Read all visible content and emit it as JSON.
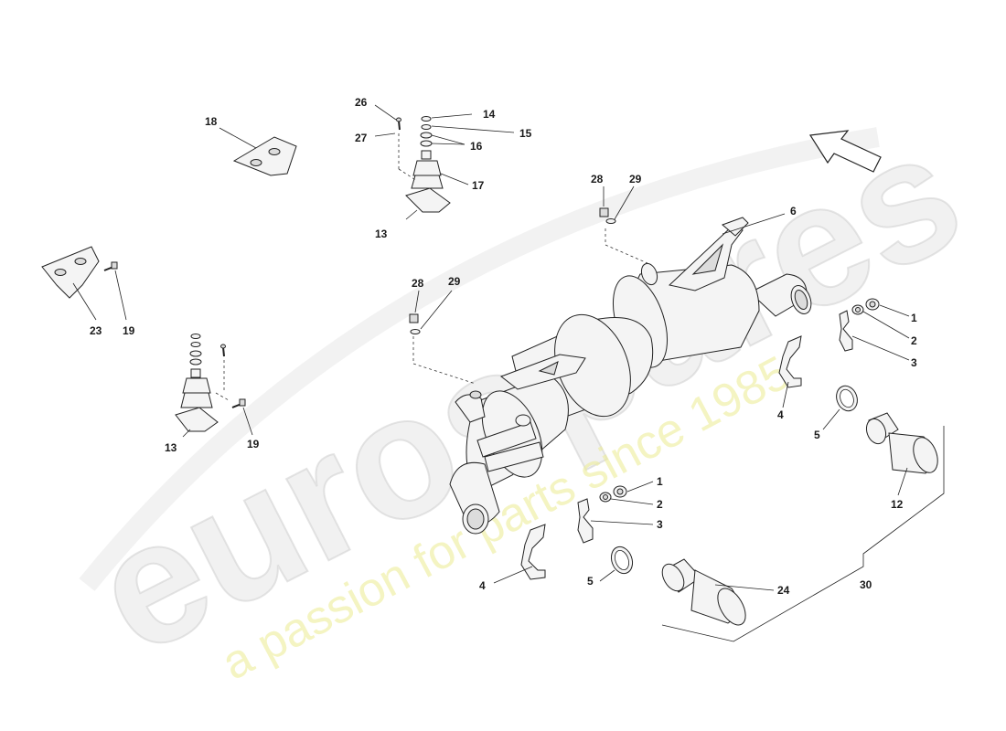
{
  "watermark": {
    "brand": "eurospares",
    "tagline": "a passion for parts since 1985"
  },
  "callouts": {
    "c26": "26",
    "c27": "27",
    "c14": "14",
    "c15": "15",
    "c16": "16",
    "c17": "17",
    "c13a": "13",
    "c18": "18",
    "c23": "23",
    "c19a": "19",
    "c19b": "19",
    "c13b": "13",
    "c28a": "28",
    "c29a": "29",
    "c28b": "28",
    "c29b": "29",
    "c6": "6",
    "c1a": "1",
    "c2a": "2",
    "c3a": "3",
    "c4a": "4",
    "c5a": "5",
    "c12": "12",
    "c1b": "1",
    "c2b": "2",
    "c3b": "3",
    "c4b": "4",
    "c5b": "5",
    "c24": "24",
    "c30": "30"
  }
}
